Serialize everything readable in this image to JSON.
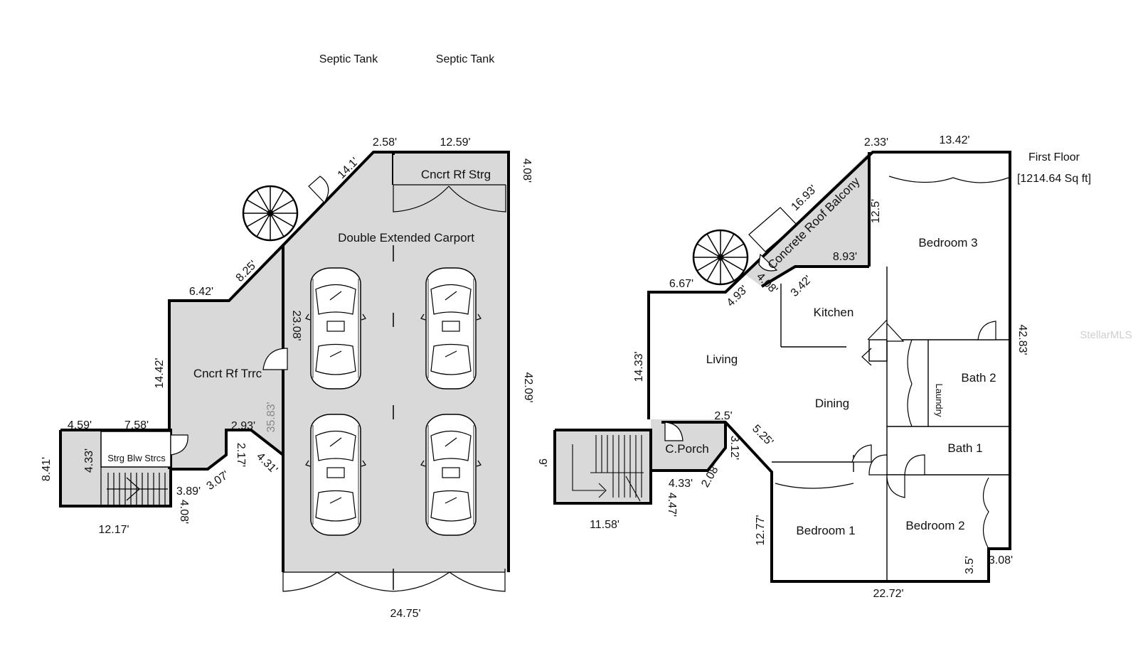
{
  "septic": [
    "Septic Tank",
    "Septic Tank"
  ],
  "watermark": "StellarMLS",
  "floor": {
    "name": "First Floor",
    "area": "[1214.64 Sq ft]"
  },
  "rooms": {
    "cncrt_rf_strg": "Cncrt Rf Strg",
    "carport": "Double Extended Carport",
    "cncrt_rf_trrc": "Cncrt Rf Trrc",
    "strg_blw_strcs": "Strg Blw Strcs",
    "balcony": "Concrete Roof Balcony",
    "bedroom3": "Bedroom 3",
    "kitchen": "Kitchen",
    "living": "Living",
    "dining": "Dining",
    "bath2": "Bath 2",
    "laundry": "Laundry",
    "bath1": "Bath 1",
    "cporch": "C.Porch",
    "bedroom1": "Bedroom 1",
    "bedroom2": "Bedroom 2"
  },
  "dims_left": {
    "d_2_58": "2.58'",
    "d_12_59": "12.59'",
    "d_14_1": "14.1'",
    "d_4_08_top": "4.08'",
    "d_8_25": "8.25'",
    "d_6_42": "6.42'",
    "d_23_08": "23.08'",
    "d_14_42": "14.42'",
    "d_35_83": "35.83'",
    "d_42_09": "42.09'",
    "d_4_59": "4.59'",
    "d_7_58": "7.58'",
    "d_2_93": "2.93'",
    "d_4_33": "4.33'",
    "d_8_41": "8.41'",
    "d_2_17": "2.17'",
    "d_4_31": "4.31'",
    "d_3_89": "3.89'",
    "d_3_07": "3.07'",
    "d_4_08_bot": "4.08'",
    "d_12_17": "12.17'",
    "d_24_75": "24.75'"
  },
  "dims_right": {
    "d_2_33": "2.33'",
    "d_13_42": "13.42'",
    "d_16_93": "16.93'",
    "d_12_5": "12.5'",
    "d_8_93": "8.93'",
    "d_6_67": "6.67'",
    "d_4_93": "4.93'",
    "d_4_08": "4.08'",
    "d_3_42": "3.42'",
    "d_42_83": "42.83'",
    "d_14_33": "14.33'",
    "d_2_5": "2.5'",
    "d_5_25": "5.25'",
    "d_9": "9'",
    "d_3_12": "3.12'",
    "d_2_08": "2.08'",
    "d_4_33": "4.33'",
    "d_4_47": "4.47'",
    "d_11_58": "11.58'",
    "d_12_77": "12.77'",
    "d_22_72": "22.72'",
    "d_3_5": "3.5'",
    "d_3_08": "3.08'"
  }
}
